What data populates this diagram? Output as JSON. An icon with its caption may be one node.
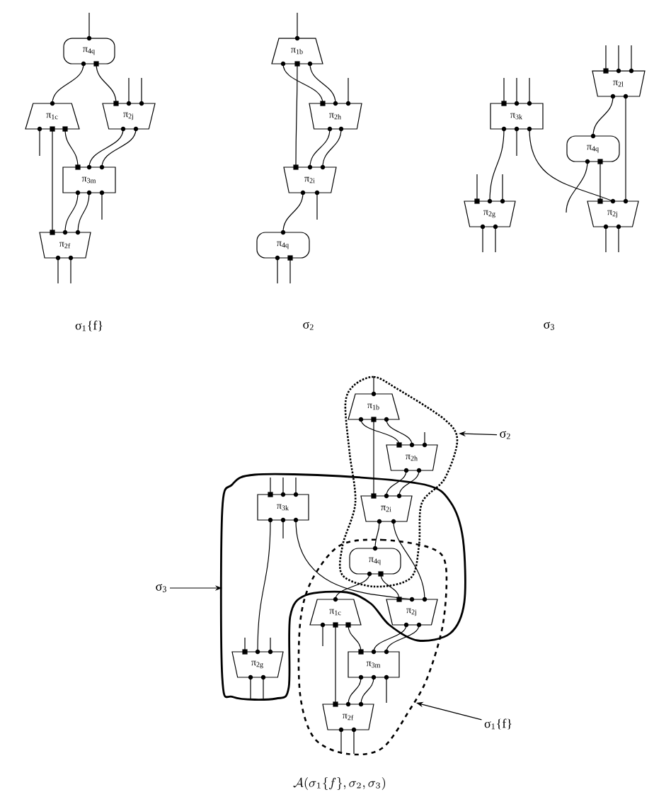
{
  "diagram": {
    "caption": "\\mathcal{A}(\\sigma_1\\{f\\}, \\sigma_2, \\sigma_3)",
    "nodes": [
      {
        "text": [
          "π$_{4q}$"
        ]
      },
      {
        "text": [
          "π$_{1c}$"
        ]
      },
      {
        "text": [
          "π$_{2j}$"
        ]
      },
      {
        "text": [
          "π$_{3m}$"
        ]
      },
      {
        "text": [
          "π$_{2f}$"
        ]
      },
      {
        "text": [
          "π$_{1b}$"
        ]
      },
      {
        "text": [
          "π$_{2h}$"
        ]
      },
      {
        "text": [
          "π$_{2i}$"
        ]
      },
      {
        "text": [
          "π$_{4q}$"
        ]
      },
      {
        "text": [
          "π$_{3k}$"
        ]
      },
      {
        "text": [
          "π$_{2l}$"
        ]
      },
      {
        "text": [
          "π$_{4q}$"
        ]
      },
      {
        "text": [
          "π$_{2g}$"
        ]
      },
      {
        "text": [
          "π$_{2j}$"
        ]
      },
      {
        "text": [
          "π$_{1b}$"
        ]
      },
      {
        "text": [
          "π$_{2h}$"
        ]
      },
      {
        "text": [
          "π$_{3k}$"
        ]
      },
      {
        "text": [
          "π$_{2i}$"
        ]
      },
      {
        "text": [
          "π$_{4q}$"
        ]
      },
      {
        "text": [
          "π$_{1c}$"
        ]
      },
      {
        "text": [
          "π$_{2j}$"
        ]
      },
      {
        "text": [
          "π$_{2g}$"
        ]
      },
      {
        "text": [
          "π$_{3m}$"
        ]
      },
      {
        "text": [
          "π$_{2f}$"
        ]
      },
      {
        "text": [
          "σ$_{2}$"
        ]
      },
      {
        "text": [
          "σ$_{3}$"
        ]
      },
      {
        "text": [
          "σ$_{1}${f}"
        ]
      }
    ],
    "edges": [
      {
        "from": 0,
        "to": 1,
        "arrow": "none"
      },
      {
        "from": 0,
        "to": 2,
        "arrow": "none"
      },
      {
        "from": 1,
        "to": 4,
        "arrow": "none"
      },
      {
        "from": 1,
        "to": 3,
        "arrow": "none"
      },
      {
        "from": 2,
        "to": 3,
        "arrow": "none"
      },
      {
        "from": 2,
        "to": 3,
        "arrow": "none"
      },
      {
        "from": 3,
        "to": 4,
        "arrow": "none"
      },
      {
        "from": 3,
        "to": 4,
        "arrow": "none"
      },
      {
        "from": 5,
        "to": 6,
        "arrow": "none"
      },
      {
        "from": 5,
        "to": 6,
        "arrow": "none"
      },
      {
        "from": 5,
        "to": 7,
        "arrow": "none"
      },
      {
        "from": 6,
        "to": 7,
        "arrow": "none"
      },
      {
        "from": 6,
        "to": 7,
        "arrow": "none"
      },
      {
        "from": 7,
        "to": 8,
        "arrow": "none"
      },
      {
        "from": 9,
        "to": 12,
        "arrow": "none"
      },
      {
        "from": 9,
        "to": 13,
        "arrow": "none"
      },
      {
        "from": 10,
        "to": 11,
        "arrow": "none"
      },
      {
        "from": 10,
        "to": 13,
        "arrow": "none"
      },
      {
        "from": 11,
        "to": 13,
        "arrow": "none"
      },
      {
        "from": 14,
        "to": 15,
        "arrow": "none"
      },
      {
        "from": 14,
        "to": 15,
        "arrow": "none"
      },
      {
        "from": 14,
        "to": 17,
        "arrow": "none"
      },
      {
        "from": 15,
        "to": 17,
        "arrow": "none"
      },
      {
        "from": 15,
        "to": 17,
        "arrow": "none"
      },
      {
        "from": 17,
        "to": 18,
        "arrow": "none"
      },
      {
        "from": 17,
        "to": 20,
        "arrow": "none"
      },
      {
        "from": 16,
        "to": 20,
        "arrow": "none"
      },
      {
        "from": 16,
        "to": 21,
        "arrow": "none"
      },
      {
        "from": 18,
        "to": 20,
        "arrow": "none"
      },
      {
        "from": 18,
        "to": 19,
        "arrow": "none"
      },
      {
        "from": 19,
        "to": 23,
        "arrow": "none"
      },
      {
        "from": 19,
        "to": 22,
        "arrow": "none"
      },
      {
        "from": 20,
        "to": 22,
        "arrow": "none"
      },
      {
        "from": 20,
        "to": 22,
        "arrow": "none"
      },
      {
        "from": 22,
        "to": 23,
        "arrow": "none"
      },
      {
        "from": 22,
        "to": 23,
        "arrow": "none"
      },
      {
        "from": 24,
        "to": null,
        "arrow": "to"
      },
      {
        "from": 25,
        "to": null,
        "arrow": "to"
      },
      {
        "from": 26,
        "to": null,
        "arrow": "to"
      }
    ],
    "labels": [
      "σ$_{1}${f}",
      "σ$_{2}$",
      "σ$_{3}$"
    ]
  }
}
